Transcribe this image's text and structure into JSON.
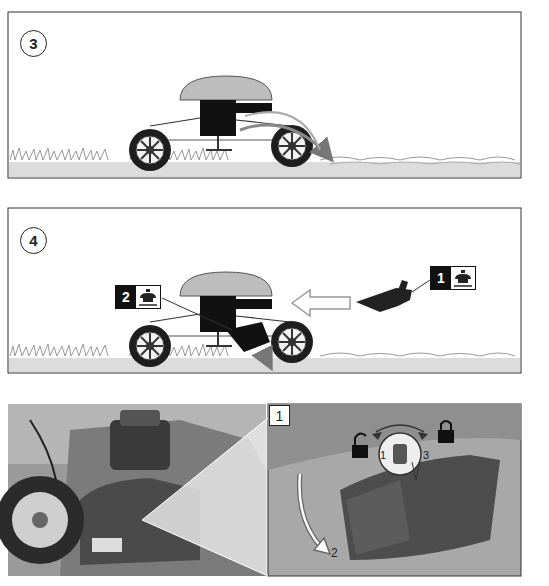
{
  "diagram": {
    "nodes": [
      {
        "text": [
          "3"
        ]
      },
      {
        "text": [
          "4"
        ]
      },
      {
        "text": [
          "2"
        ]
      },
      {
        "text": [
          "1"
        ]
      },
      {
        "text": [
          "1"
        ]
      }
    ],
    "labels": [
      "1",
      "3",
      "2"
    ]
  }
}
